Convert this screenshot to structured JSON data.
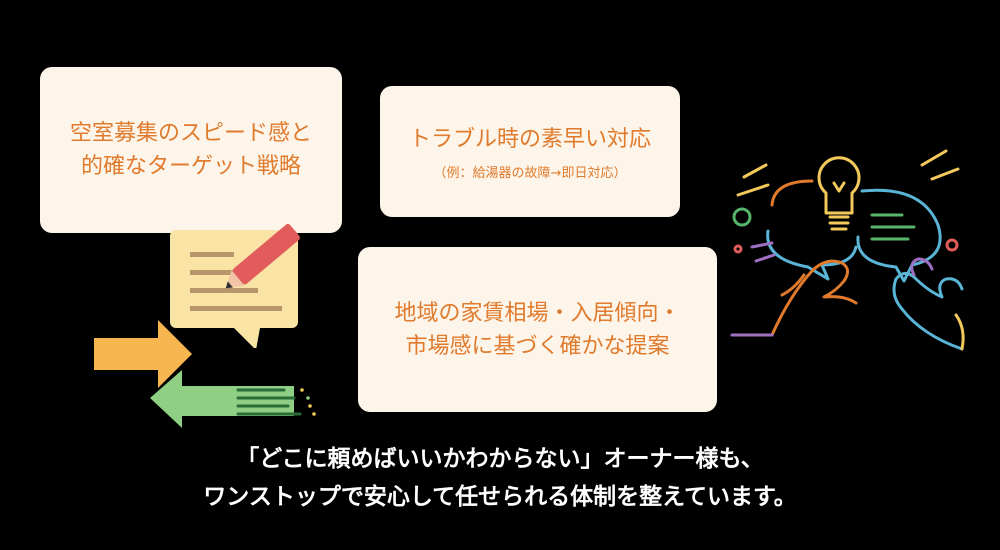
{
  "cards": {
    "speed": {
      "line1": "空室募集のスピード感と",
      "line2": "的確なターゲット戦略"
    },
    "trouble": {
      "title": "トラブル時の素早い対応",
      "note": "（例：給湯器の故障→即日対応）"
    },
    "local": {
      "line1": "地域の家賃相場・入居傾向・",
      "line2": "市場感に基づく確かな提案"
    }
  },
  "caption": {
    "line1": "「どこに頼めばいいかわからない」オーナー様も、",
    "line2": "ワンストップで安心して任せられる体制を整えています。"
  },
  "colors": {
    "background": "#000000",
    "card": "#fdf5ea",
    "card_text": "#e07a2c",
    "caption_text": "#ffffff"
  },
  "icons": {
    "memo": "memo-pencil-icon",
    "arrows": "exchange-arrows-icon",
    "support": "lightbulb-handshake-icon"
  }
}
